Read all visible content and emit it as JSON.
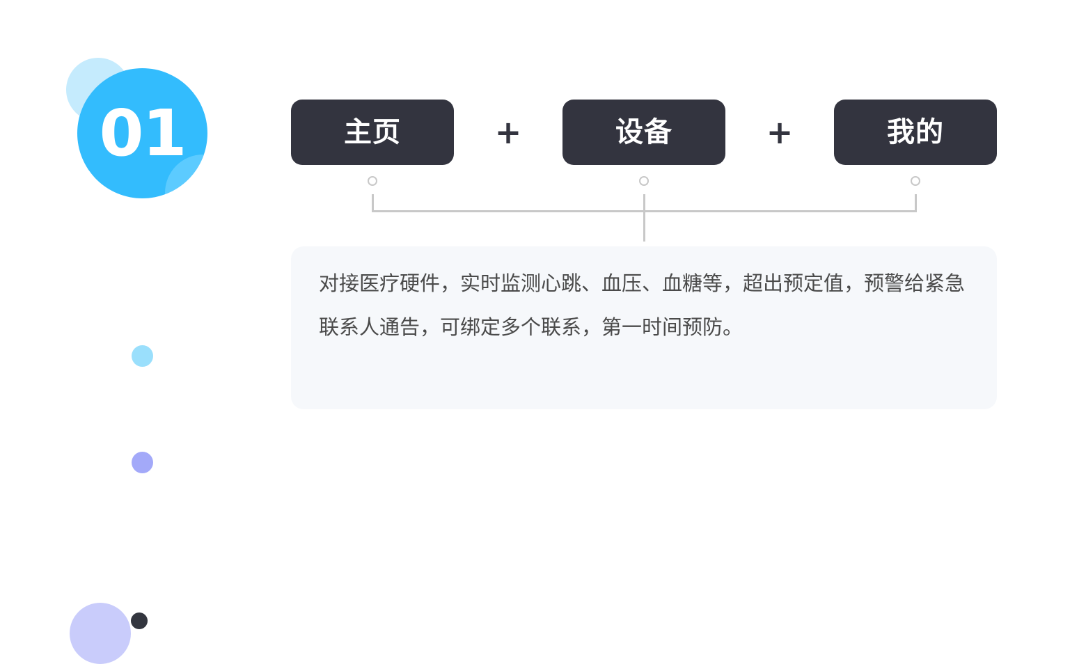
{
  "step": {
    "number": "01"
  },
  "tabs": [
    {
      "label": "主页"
    },
    {
      "label": "设备"
    },
    {
      "label": "我的"
    }
  ],
  "operators": {
    "plus": "+"
  },
  "description": {
    "text": "对接医疗硬件，实时监测心跳、血压、血糖等，超出预定值，预警给紧急联系人通告，可绑定多个联系，第一时间预防。"
  },
  "colors": {
    "badge": "#33bcfd",
    "tab_bg": "#33343f",
    "card_bg": "#f6f8fb",
    "dot_1": "#9adffc",
    "dot_2": "#a3a9f9",
    "connector": "#c8c8c8"
  }
}
